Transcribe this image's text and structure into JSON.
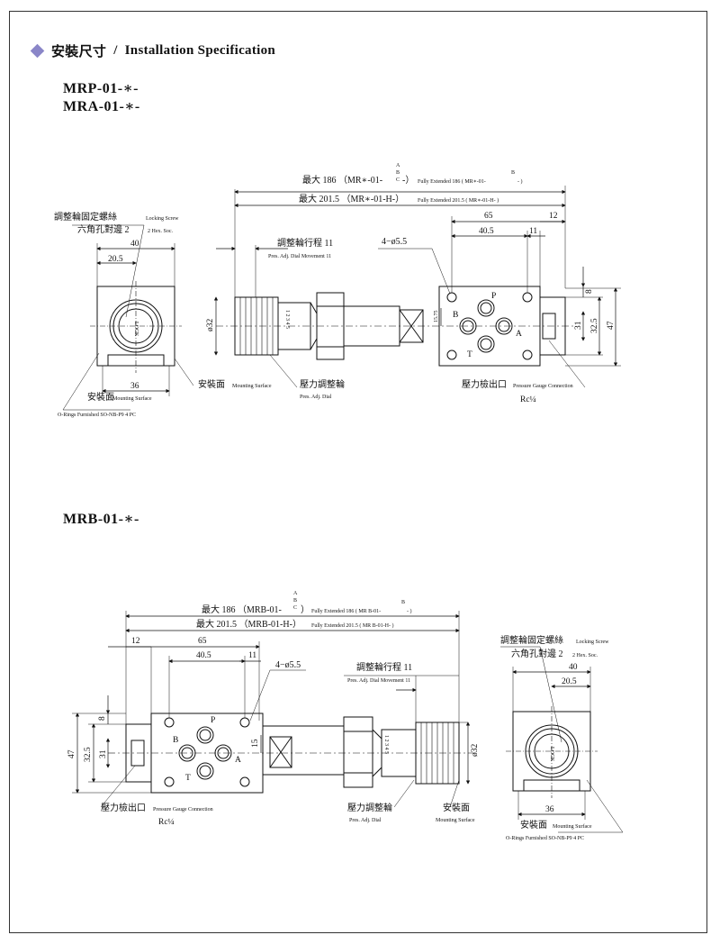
{
  "header": {
    "title_cn": "安裝尺寸",
    "title_sep": "/",
    "title_en": "Installation Specification"
  },
  "models": {
    "mrp": "MRP-01-∗-",
    "mra": "MRA-01-∗-",
    "mrb": "MRB-01-∗-"
  },
  "top": {
    "max186": "最大 186 （MR∗-01-",
    "abc": [
      "A",
      "B",
      "C"
    ],
    "paren_close": "-）",
    "fully186": "Fully Extended 186 ( MR∗-01-",
    "fully186_end": "- )",
    "max2015": "最大 201.5 （MR∗-01-H-）",
    "fully2015": "Fully Extended 201.5 ( MR∗-01-H- )",
    "lock_cn": "調整輪固定螺絲",
    "lock_en": "Locking Screw",
    "hex_cn": "六角孔對邊 2",
    "hex_en": "2 Hex. Soc.",
    "dial_move_cn": "調整輪行程 11",
    "dial_move_en": "Pres. Adj. Dial Movement 11",
    "holes": "4−ø5.5",
    "d40": "40",
    "d20_5": "20.5",
    "d36": "36",
    "d32": "ø32",
    "d65": "65",
    "d12": "12",
    "d40_5": "40.5",
    "d11": "11",
    "d8": "8",
    "d31": "31",
    "d32_5": "32.5",
    "d47": "47",
    "d15_75": "15.75",
    "mount_cn": "安裝面",
    "mount_en": "Mounting Surface",
    "dial_cn": "壓力調整輪",
    "dial_en": "Pres. Adj. Dial",
    "gauge_cn": "壓力檢出口",
    "gauge_en": "Pressure Gauge Connection",
    "rc": "Rc¼",
    "oring_cn": "安裝面",
    "oring_cn_en": "Mounting Surface",
    "oring": "O-Rings  Furnished  SO-NB-P9   4 PC",
    "port_p": "P",
    "port_a": "A",
    "port_b": "B",
    "port_t": "T",
    "lock_word": "LOCK",
    "scale": "1 2 3 4 5"
  },
  "bottom": {
    "max186": "最大 186 （MRB-01-",
    "abc": [
      "A",
      "B",
      "C"
    ],
    "paren_close": "）",
    "fully186": "Fully Extended 186 ( MR B-01-",
    "fully186_end": "- )",
    "max2015": "最大 201.5 （MRB-01-H-）",
    "fully2015": "Fully Extended 201.5 ( MR B-01-H- )",
    "d12": "12",
    "d65": "65",
    "d40_5": "40.5",
    "d11": "11",
    "holes": "4−ø5.5",
    "dial_move_cn": "調整輪行程 11",
    "dial_move_en": "Pres. Adj. Dial Movement 11",
    "d8": "8",
    "d47": "47",
    "d32_5": "32.5",
    "d31": "31",
    "d15": "15",
    "d32": "ø32",
    "lock_cn": "調整輪固定螺絲",
    "lock_en": "Locking Screw",
    "hex_cn": "六角孔對邊 2",
    "hex_en": "2 Hex. Soc.",
    "d40": "40",
    "d20_5": "20.5",
    "d36": "36",
    "gauge_cn": "壓力檢出口",
    "gauge_en": "Pressure Gauge Connection",
    "rc": "Rc¼",
    "dial_cn": "壓力調整輪",
    "dial_en": "Pres. Adj. Dial",
    "mount_cn": "安裝面",
    "mount_en": "Mounting Surface",
    "oring_cn": "安裝面",
    "oring_cn_en": "Mounting Surface",
    "oring": "O-Rings  Furnished  SO-NB-P9   4 PC",
    "port_p": "P",
    "port_a": "A",
    "port_b": "B",
    "port_t": "T",
    "lock_word": "LOCK",
    "scale": "1 2 3 4 5"
  }
}
